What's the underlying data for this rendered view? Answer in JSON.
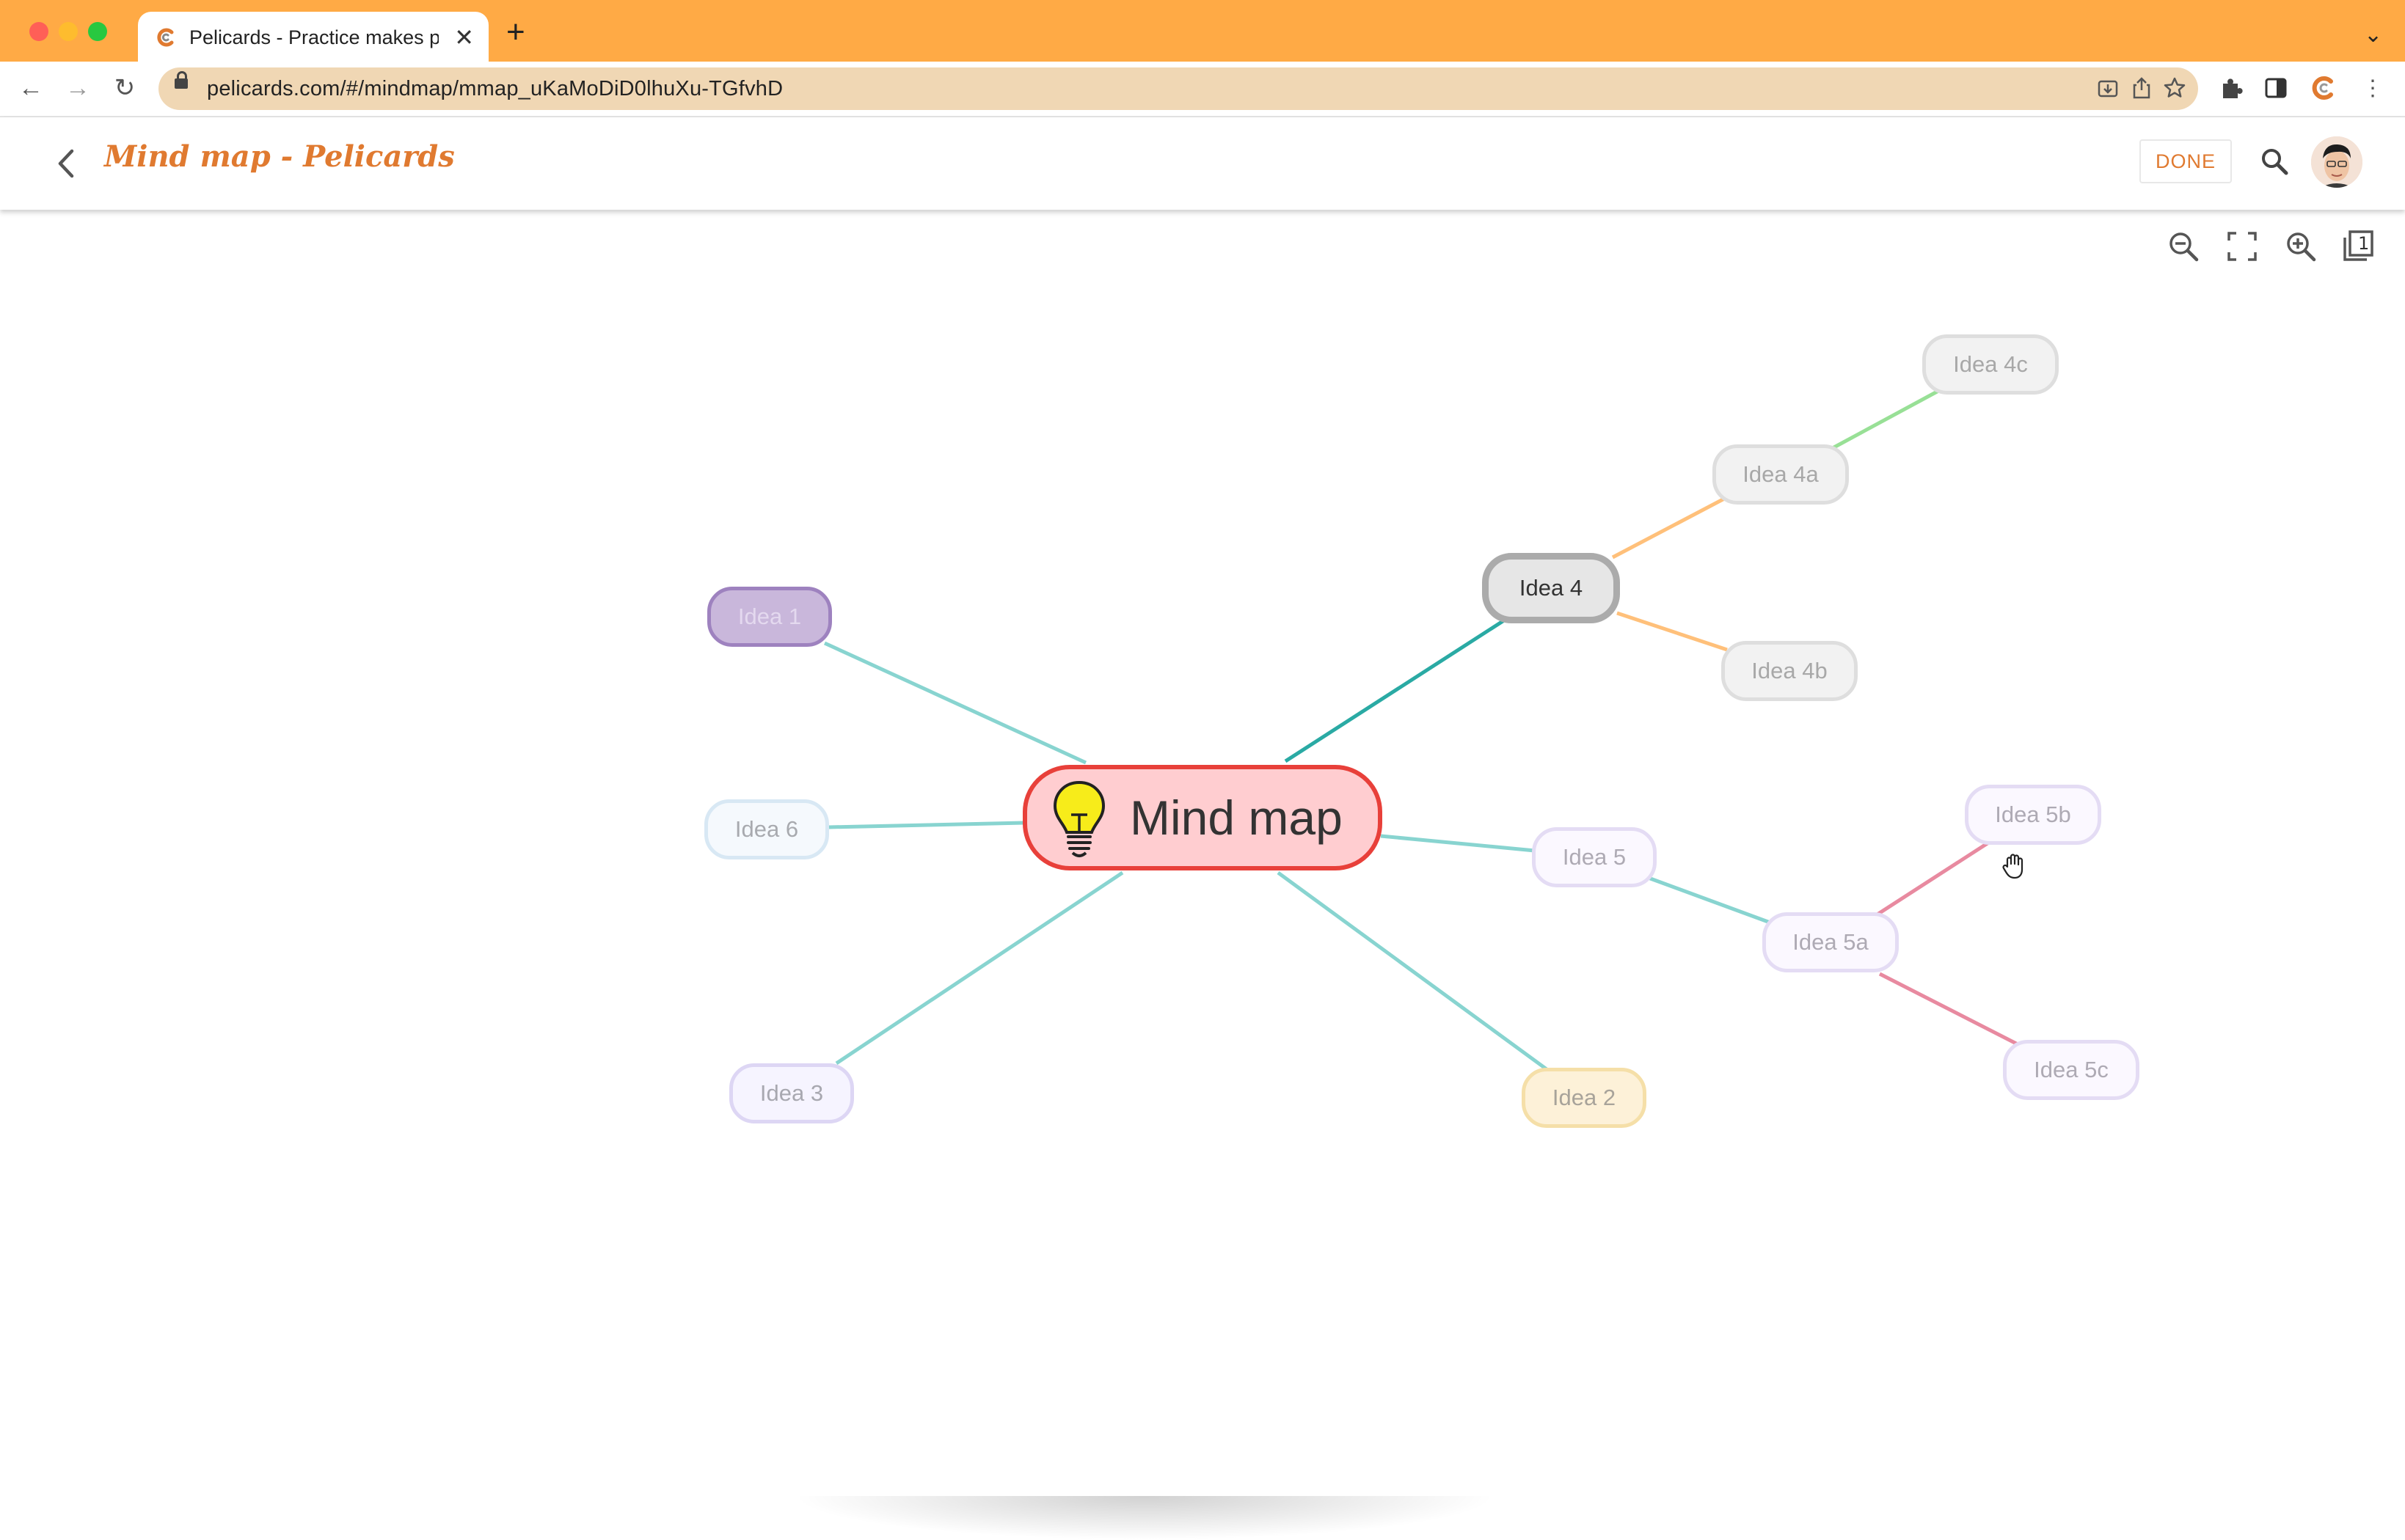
{
  "browser": {
    "tab_title": "Pelicards - Practice makes perfect",
    "url": "pelicards.com/#/mindmap/mmap_uKaMoDiD0lhuXu-TGfvhD"
  },
  "header": {
    "title": "Mind map - Pelicards",
    "done_label": "DONE"
  },
  "mindmap": {
    "central": "Mind map",
    "nodes": {
      "idea1": "Idea 1",
      "idea2": "Idea 2",
      "idea3": "Idea 3",
      "idea4": "Idea 4",
      "idea4a": "Idea 4a",
      "idea4b": "Idea 4b",
      "idea4c": "Idea 4c",
      "idea5": "Idea 5",
      "idea5a": "Idea 5a",
      "idea5b": "Idea 5b",
      "idea5c": "Idea 5c",
      "idea6": "Idea 6"
    }
  },
  "canvas_controls": {
    "pages_count": "1"
  },
  "colors": {
    "tab_bar": "#ffaa45",
    "accent": "#e07a30",
    "central_fill": "#ffcdd0",
    "central_border": "#e8403a"
  }
}
